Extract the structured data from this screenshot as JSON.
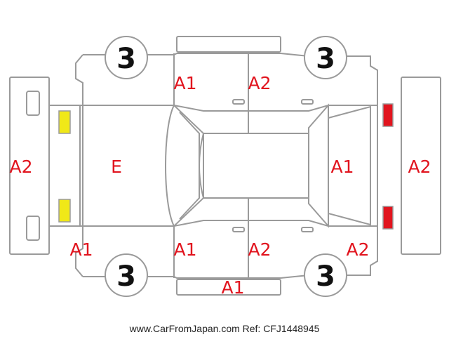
{
  "diagram": {
    "colors": {
      "outline": "#9a9a9a",
      "damage_text": "#e1141e",
      "headlight_yellow": "#f0e818",
      "taillight_red": "#e1141e"
    },
    "wheels": {
      "front_left": "3",
      "rear_left": "3",
      "front_right": "3",
      "rear_right": "3"
    },
    "markings": {
      "front_bumper": "A2",
      "hood": "E",
      "front_fender_left": "A1",
      "front_door_left": "A1",
      "rear_door_left": "A2",
      "rear_fender_left": "A2",
      "front_door_right": "A1",
      "rear_door_right": "A2",
      "rocker_right": "A1",
      "trunk": "A1",
      "rear_bumper": "A2"
    },
    "footer": "www.CarFromJapan.com Ref: CFJ1448945"
  }
}
